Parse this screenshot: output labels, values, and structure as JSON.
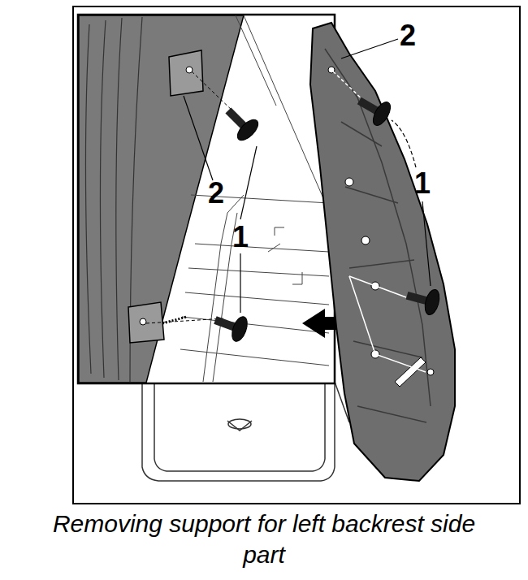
{
  "diagram": {
    "caption": "Removing support for left backrest side part",
    "labels": [
      "2",
      "1",
      "2",
      "1"
    ]
  }
}
